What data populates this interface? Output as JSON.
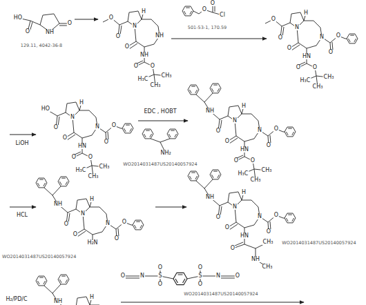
{
  "diagram": {
    "labels": [
      "HO",
      "O",
      "NH",
      "O",
      "129.11, 4042-36-8",
      "O",
      "O",
      "Cl",
      "501-53-1, 170.59",
      "LiOH",
      "EDC , HOBT",
      "NH₂",
      "WO2014031487US20140057924",
      "HCL",
      "WO2014031487US20140057924",
      "WO2014031487US20140057924",
      "H₂/PD/C",
      "O",
      "N",
      "S",
      "O",
      "O",
      "S",
      "O",
      "O",
      "N",
      "O",
      "WO2014031487US20140057924",
      "H",
      "N",
      "O",
      "NH",
      "NH",
      "O",
      "O",
      "H₃C",
      "CH₃",
      "CH₃",
      "O",
      "O",
      "H",
      "N",
      "O",
      "N",
      "O",
      "O",
      "HN",
      "O",
      "O",
      "H₃C",
      "CH₃",
      "CH₃",
      "O",
      "O",
      "H",
      "N",
      "O",
      "N",
      "O",
      "O",
      "HN",
      "O",
      "O",
      "H₃C",
      "CH₃",
      "CH₃",
      "O",
      "HO",
      "H",
      "N",
      "O",
      "N",
      "O",
      "O",
      "HN",
      "O",
      "O",
      "H₃C",
      "CH₃",
      "CH₃",
      "O",
      "NH",
      "H",
      "N",
      "O",
      "N",
      "O",
      "O",
      "H₂N",
      "O",
      "NH",
      "H",
      "N",
      "O",
      "N",
      "O",
      "O",
      "HN",
      "O",
      "CH₃",
      "NH",
      "CH₃",
      "O",
      "NH",
      "H",
      "NH"
    ]
  }
}
